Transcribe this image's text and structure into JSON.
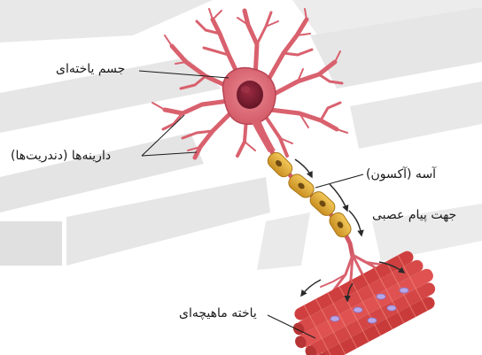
{
  "labels": {
    "cell_body": "جسم یاخته‌ای",
    "dendrites": "دارینه‌ها (دندریت‌ها)",
    "axon": "آسه (آکسون)",
    "impulse_direction": "جهت پیام عصبی",
    "muscle_cell": "یاخته ماهیچه‌ای"
  },
  "colors": {
    "neuron": "#d9616e",
    "neuron_dark": "#b84453",
    "nucleus": "#7c1f30",
    "myelin": "#e2b13a",
    "muscle": "#d84a4a",
    "muscle_stripe": "#f08a7c",
    "background_band": "#e6e6e6"
  }
}
